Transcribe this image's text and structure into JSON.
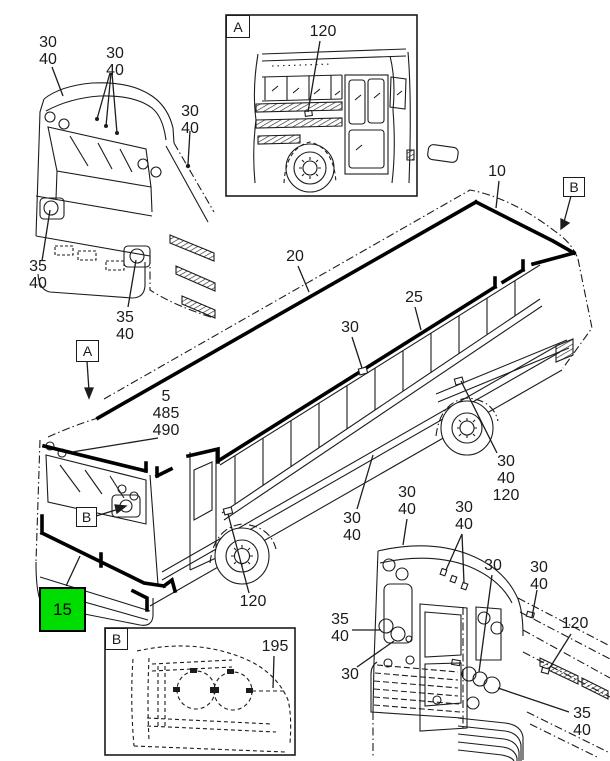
{
  "figure": {
    "description": "Bus exterior moulding and clip parts diagram with front, side and rear views plus detail views A and B",
    "colors": {
      "background": "#ffffff",
      "line": "#1c1c1c",
      "label_text": "#1b1b1b"
    }
  },
  "markers": [
    {
      "id": "detail-a-corner",
      "text": "A"
    },
    {
      "id": "view-a-pointer",
      "text": "A"
    },
    {
      "id": "view-b-pointer-front",
      "text": "B"
    },
    {
      "id": "view-b-pointer-rear",
      "text": "B"
    },
    {
      "id": "detail-b-corner",
      "text": "B"
    }
  ],
  "highlight": {
    "id": "front-bumper-molding",
    "text": "15",
    "fill": "#00dd00"
  },
  "callouts": [
    {
      "id": "front-roof-left",
      "text": "30\n40"
    },
    {
      "id": "front-roof-center",
      "text": "30\n40"
    },
    {
      "id": "front-roof-right",
      "text": "30\n40"
    },
    {
      "id": "front-headlight-left",
      "text": "35\n40"
    },
    {
      "id": "front-headlight-right",
      "text": "35\n40"
    },
    {
      "id": "detail-a-clip",
      "text": "120"
    },
    {
      "id": "main-roof-rear",
      "text": "10"
    },
    {
      "id": "main-roof-drip",
      "text": "20"
    },
    {
      "id": "main-beltline",
      "text": "25"
    },
    {
      "id": "main-belt-clip",
      "text": "30"
    },
    {
      "id": "main-windshield-molding",
      "text": "5\n485\n490"
    },
    {
      "id": "main-front-wheel-clip",
      "text": "120"
    },
    {
      "id": "main-lower-side",
      "text": "30\n40"
    },
    {
      "id": "main-rear-wheel-clip",
      "text": "30\n40\n120"
    },
    {
      "id": "rear-roof-left",
      "text": "30\n40"
    },
    {
      "id": "rear-roof-clips",
      "text": "30\n40"
    },
    {
      "id": "rear-light-right-top",
      "text": "30"
    },
    {
      "id": "rear-side-upper",
      "text": "30\n40"
    },
    {
      "id": "rear-side-stripe",
      "text": "120"
    },
    {
      "id": "rear-light-left",
      "text": "35\n40"
    },
    {
      "id": "rear-light-left-lower",
      "text": "30"
    },
    {
      "id": "rear-light-right-lower",
      "text": "35\n40"
    },
    {
      "id": "detail-b-clip",
      "text": "195"
    }
  ]
}
